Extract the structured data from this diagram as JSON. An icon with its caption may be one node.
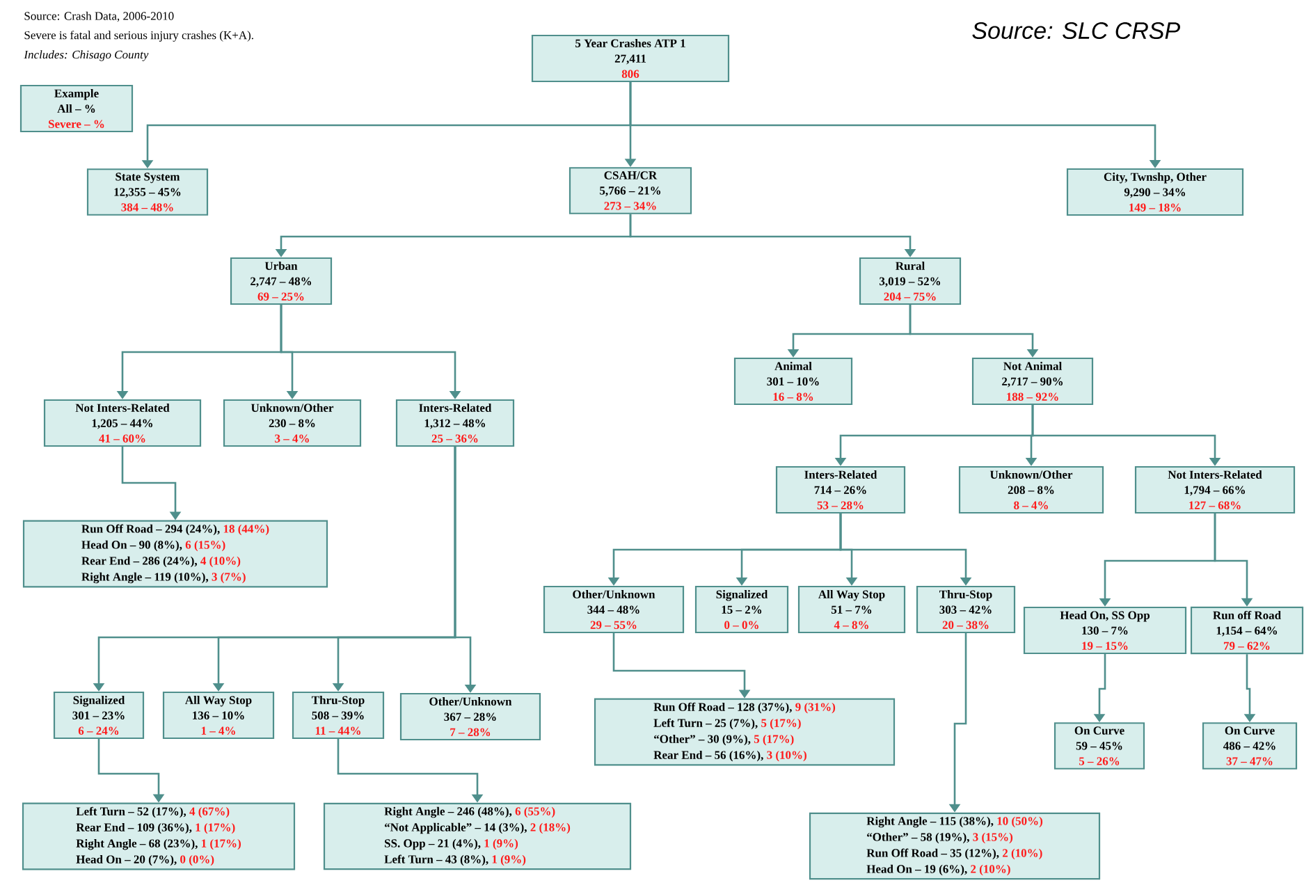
{
  "diagram": {
    "nodes": [
      {
        "text": [
          "Example",
          "All – %",
          "Severe – %"
        ]
      },
      {
        "text": [
          "5 Year Crashes ATP 1",
          "27,411",
          "806"
        ]
      },
      {
        "text": [
          "State System",
          "12,355 – 45%",
          "384 – 48%"
        ]
      },
      {
        "text": [
          "CSAH/CR",
          "5,766 – 21%",
          "273 – 34%"
        ]
      },
      {
        "text": [
          "City, Twnshp, Other",
          "9,290 – 34%",
          "149 – 18%"
        ]
      },
      {
        "text": [
          "Urban",
          "2,747 – 48%",
          "69 – 25%"
        ]
      },
      {
        "text": [
          "Rural",
          "3,019 – 52%",
          "204 – 75%"
        ]
      },
      {
        "text": [
          "Not Inters-Related",
          "1,205 – 44%",
          "41 – 60%"
        ]
      },
      {
        "text": [
          "Unknown/Other",
          "230 – 8%",
          "3 – 4%"
        ]
      },
      {
        "text": [
          "Inters-Related",
          "1,312 – 48%",
          "25 – 36%"
        ]
      },
      {
        "text": [
          "Animal",
          "301 – 10%",
          "16 – 8%"
        ]
      },
      {
        "text": [
          "Not Animal",
          "2,717 – 90%",
          "188 – 92%"
        ]
      },
      {
        "text": [
          "Run Off Road – 294 (24%),",
          "18 (44%)",
          "Head On – 90 (8%),",
          "6 (15%)",
          "Rear End – 286 (24%),",
          "4 (10%)",
          "Right Angle – 119 (10%),",
          "3 (7%)"
        ]
      },
      {
        "text": [
          "Inters-Related",
          "714 – 26%",
          "53 – 28%"
        ]
      },
      {
        "text": [
          "Unknown/Other",
          "208 – 8%",
          "8 – 4%"
        ]
      },
      {
        "text": [
          "Not Inters-Related",
          "1,794 – 66%",
          "127 – 68%"
        ]
      },
      {
        "text": [
          "Other/Unknown",
          "344 – 48%",
          "29 – 55%"
        ]
      },
      {
        "text": [
          "Signalized",
          "15 – 2%",
          "0 – 0%"
        ]
      },
      {
        "text": [
          "All Way Stop",
          "51 – 7%",
          "4 – 8%"
        ]
      },
      {
        "text": [
          "Thru-Stop",
          "303 – 42%",
          "20 – 38%"
        ]
      },
      {
        "text": [
          "Head On, SS Opp",
          "130 – 7%",
          "19 – 15%"
        ]
      },
      {
        "text": [
          "Run off Road",
          "1,154 – 64%",
          "79 – 62%"
        ]
      },
      {
        "text": [
          "Signalized",
          "301 – 23%",
          "6 – 24%"
        ]
      },
      {
        "text": [
          "All Way Stop",
          "136 – 10%",
          "1 – 4%"
        ]
      },
      {
        "text": [
          "Thru-Stop",
          "508 – 39%",
          "11 – 44%"
        ]
      },
      {
        "text": [
          "Other/Unknown",
          "367 – 28%",
          "7 – 28%"
        ]
      },
      {
        "text": [
          "Run Off Road – 128 (37%),",
          "9 (31%)",
          "Left Turn – 25 (7%),",
          "5 (17%)",
          "“Other” – 30 (9%),",
          "5 (17%)",
          "Rear End – 56 (16%),",
          "3 (10%)"
        ]
      },
      {
        "text": [
          "On Curve",
          "59 – 45%",
          "5 – 26%"
        ]
      },
      {
        "text": [
          "On Curve",
          "486 – 42%",
          "37 – 47%"
        ]
      },
      {
        "text": [
          "Left Turn – 52 (17%),",
          "4 (67%)",
          "Rear End – 109 (36%),",
          "1 (17%)",
          "Right Angle – 68 (23%),",
          "1 (17%)",
          "Head On – 20 (7%),",
          "0 (0%)"
        ]
      },
      {
        "text": [
          "Right Angle – 246 (48%),",
          "6 (55%)",
          "“Not Applicable” – 14 (3%),",
          "2 (18%)",
          "SS. Opp – 21 (4%),",
          "1 (9%)",
          "Left Turn – 43 (8%),",
          "1 (9%)"
        ]
      },
      {
        "text": [
          "Right Angle – 115 (38%),",
          "10 (50%)",
          "“Other” – 58 (19%),",
          "3 (15%)",
          "Run Off Road – 35 (12%),",
          "2 (10%)",
          "Head On – 19 (6%),",
          "2 (10%)"
        ]
      }
    ],
    "edges": [
      {
        "from": 1,
        "to": 2,
        "arrow": "to"
      },
      {
        "from": 1,
        "to": 3,
        "arrow": "to"
      },
      {
        "from": 1,
        "to": 4,
        "arrow": "to"
      },
      {
        "from": 3,
        "to": 5,
        "arrow": "to"
      },
      {
        "from": 3,
        "to": 6,
        "arrow": "to"
      },
      {
        "from": 5,
        "to": 7,
        "arrow": "to"
      },
      {
        "from": 5,
        "to": 8,
        "arrow": "to"
      },
      {
        "from": 5,
        "to": 9,
        "arrow": "to"
      },
      {
        "from": 6,
        "to": 10,
        "arrow": "to"
      },
      {
        "from": 6,
        "to": 11,
        "arrow": "to"
      },
      {
        "from": 7,
        "to": 12,
        "arrow": "to"
      },
      {
        "from": 11,
        "to": 13,
        "arrow": "to"
      },
      {
        "from": 11,
        "to": 14,
        "arrow": "to"
      },
      {
        "from": 11,
        "to": 15,
        "arrow": "to"
      },
      {
        "from": 13,
        "to": 16,
        "arrow": "to"
      },
      {
        "from": 13,
        "to": 17,
        "arrow": "to"
      },
      {
        "from": 13,
        "to": 18,
        "arrow": "to"
      },
      {
        "from": 13,
        "to": 19,
        "arrow": "to"
      },
      {
        "from": 15,
        "to": 20,
        "arrow": "to"
      },
      {
        "from": 15,
        "to": 21,
        "arrow": "to"
      },
      {
        "from": 9,
        "to": 22,
        "arrow": "to"
      },
      {
        "from": 9,
        "to": 23,
        "arrow": "to"
      },
      {
        "from": 9,
        "to": 24,
        "arrow": "to"
      },
      {
        "from": 9,
        "to": 25,
        "arrow": "to"
      },
      {
        "from": 16,
        "to": 26,
        "arrow": "to"
      },
      {
        "from": 20,
        "to": 27,
        "arrow": "to"
      },
      {
        "from": 21,
        "to": 28,
        "arrow": "to"
      },
      {
        "from": 22,
        "to": 29,
        "arrow": "to"
      },
      {
        "from": 24,
        "to": 30,
        "arrow": "to"
      },
      {
        "from": 19,
        "to": 31,
        "arrow": "to"
      }
    ],
    "labels": [
      "Source: Crash Data, 2006-2010",
      "Severe is fatal and serious injury crashes (K+A).",
      "Includes: Chisago County",
      "Source: SLC CRSP"
    ]
  }
}
